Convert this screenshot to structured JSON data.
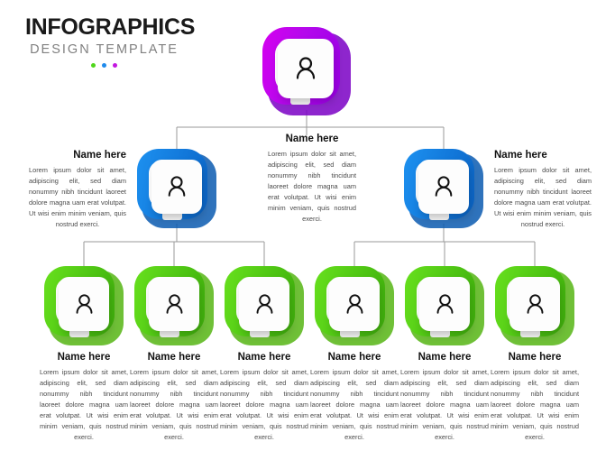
{
  "header": {
    "title_main": "INFOGRAPHICS",
    "title_sub": "DESIGN TEMPLATE",
    "dots": [
      {
        "name": "dot-green",
        "color": "#4fd61b"
      },
      {
        "name": "dot-blue",
        "color": "#1f8aec"
      },
      {
        "name": "dot-magenta",
        "color": "#c317e0"
      }
    ]
  },
  "colors": {
    "purple_light": "#d500f0",
    "purple_dark": "#9b00e8",
    "purple_shadow": "#7a00c4",
    "blue_light": "#1d91f0",
    "blue_dark": "#0b63c4",
    "blue_shadow": "#0a5bb0",
    "green_light": "#67e01d",
    "green_dark": "#3fae0c",
    "green_shadow": "#56b514",
    "line": "#9a9a9a",
    "icon": "#111111",
    "title_main": "#1a1a1a",
    "title_sub": "#808080",
    "body_text": "#4a4a4a"
  },
  "body_text": "Lorem ipsum dolor sit amet, adipiscing elit, sed diam nonummy nibh tincidunt laoreet dolore magna uam erat volutpat. Ut wisi enim minim veniam, quis nostrud exerci.",
  "nodes": {
    "root": {
      "icon": "person-icon",
      "level": "level-1",
      "color": "purple"
    },
    "level2": [
      {
        "icon": "person-icon",
        "color": "blue"
      },
      {
        "icon": "person-icon",
        "color": "blue"
      }
    ],
    "level3": [
      {
        "icon": "person-icon",
        "color": "green"
      },
      {
        "icon": "person-icon",
        "color": "green"
      },
      {
        "icon": "person-icon",
        "color": "green"
      },
      {
        "icon": "person-icon",
        "color": "green"
      },
      {
        "icon": "person-icon",
        "color": "green"
      },
      {
        "icon": "person-icon",
        "color": "green"
      }
    ]
  },
  "labels": {
    "middle_left": {
      "title": "Name here",
      "body": "Lorem ipsum dolor sit amet, adipiscing elit, sed diam nonummy nibh tincidunt laoreet dolore magna uam erat volutpat. Ut wisi enim minim veniam, quis nostrud exerci."
    },
    "middle_center": {
      "title": "Name here",
      "body": "Lorem ipsum dolor sit amet, adipiscing elit, sed diam nonummy nibh tincidunt laoreet dolore magna uam erat volutpat. Ut wisi enim minim veniam, quis nostrud exerci."
    },
    "middle_right": {
      "title": "Name here",
      "body": "Lorem ipsum dolor sit amet, adipiscing elit, sed diam nonummy nibh tincidunt laoreet dolore magna uam erat volutpat. Ut wisi enim minim veniam, quis nostrud exerci."
    },
    "bottom": [
      {
        "title": "Name here",
        "body": "Lorem ipsum dolor sit amet, adipiscing elit, sed diam nonummy nibh tincidunt laoreet dolore magna uam erat volutpat. Ut wisi enim minim veniam, quis nostrud exerci."
      },
      {
        "title": "Name here",
        "body": "Lorem ipsum dolor sit amet, adipiscing elit, sed diam nonummy nibh tincidunt laoreet dolore magna uam erat volutpat. Ut wisi enim minim veniam, quis nostrud exerci."
      },
      {
        "title": "Name here",
        "body": "Lorem ipsum dolor sit amet, adipiscing elit, sed diam nonummy nibh tincidunt laoreet dolore magna uam erat volutpat. Ut wisi enim minim veniam, quis nostrud exerci."
      },
      {
        "title": "Name here",
        "body": "Lorem ipsum dolor sit amet, adipiscing elit, sed diam nonummy nibh tincidunt laoreet dolore magna uam erat volutpat. Ut wisi enim minim veniam, quis nostrud exerci."
      },
      {
        "title": "Name here",
        "body": "Lorem ipsum dolor sit amet, adipiscing elit, sed diam nonummy nibh tincidunt laoreet dolore magna uam erat volutpat. Ut wisi enim minim veniam, quis nostrud exerci."
      },
      {
        "title": "Name here",
        "body": "Lorem ipsum dolor sit amet, adipiscing elit, sed diam nonummy nibh tincidunt laoreet dolore magna uam erat volutpat. Ut wisi enim minim veniam, quis nostrud exerci."
      }
    ]
  }
}
